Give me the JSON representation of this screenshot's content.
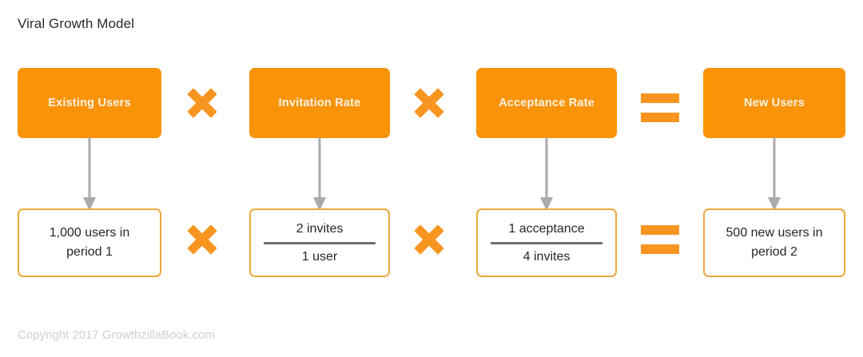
{
  "title": "Viral Growth Model",
  "footer": "Copyright 2017 GrowthzillaBook.com",
  "colors": {
    "box_fill_orange": "#fa9308",
    "box_border_amber": "#e9a93c",
    "operator_orange": "#f89521",
    "arrow_gray": "#a9a9ae",
    "fraction_bar_gray": "#6e6e6e",
    "title_text": "#2b2b2b",
    "footer_text": "#cfcfcf",
    "box_label_text": "#fdf3e4",
    "value_text": "#262626",
    "background": "#ffffff"
  },
  "formula": {
    "top_row": [
      {
        "label": "Existing Users"
      },
      {
        "label": "Invitation Rate"
      },
      {
        "label": "Acceptance Rate"
      },
      {
        "label": "New Users"
      }
    ],
    "operators": [
      {
        "symbol": "×",
        "name": "multiply"
      },
      {
        "symbol": "×",
        "name": "multiply"
      },
      {
        "symbol": "=",
        "name": "equals"
      }
    ],
    "bottom_row": [
      {
        "kind": "text",
        "line1": "1,000 users in",
        "line2": "period 1"
      },
      {
        "kind": "fraction",
        "numerator": "2 invites",
        "denominator": "1 user"
      },
      {
        "kind": "fraction",
        "numerator": "1 acceptance",
        "denominator": "4 invites"
      },
      {
        "kind": "text",
        "line1": "500 new users in",
        "line2": "period 2"
      }
    ]
  },
  "chart_data": {
    "type": "diagram",
    "title": "Viral Growth Model",
    "equation_terms": [
      "Existing Users",
      "Invitation Rate",
      "Acceptance Rate",
      "New Users"
    ],
    "equation_operators": [
      "×",
      "×",
      "="
    ],
    "example_values": [
      "1,000 users in period 1",
      "2 invites / 1 user",
      "1 acceptance / 4 invites",
      "500 new users in period 2"
    ],
    "numbers": {
      "existing_users": 1000,
      "invites_per_user": 2,
      "acceptances_per_invites": 0.25,
      "new_users": 500
    }
  }
}
